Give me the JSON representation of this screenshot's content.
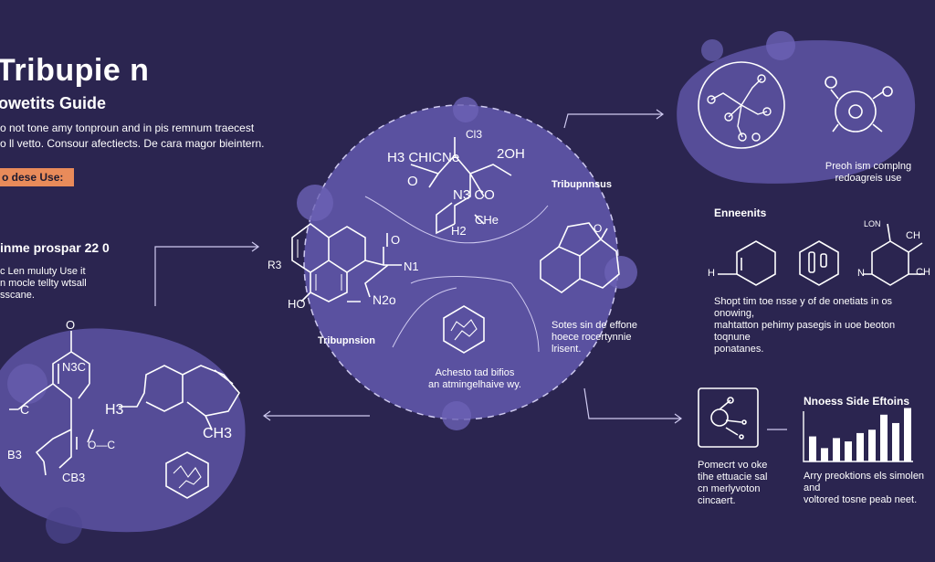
{
  "header": {
    "title": "Tribupie n",
    "subtitle": "owetits Guide",
    "intro_line1": "o not tone amy tonproun and in pis remnum traecest",
    "intro_line2": "o ll vetto. Consour afectiects. De cara magor bieintern.",
    "cta_label": "o dese Use:"
  },
  "left_section": {
    "heading": "inme prospar 22 0",
    "line1": "c Len muluty Use it",
    "line2": "n mocle tellty wtsall",
    "line3": "sscane."
  },
  "center": {
    "label_top_right": "Tribupnnsus",
    "label_mid_left": "Tribupnsion",
    "bottom_line1": "Achesto tad bifios",
    "bottom_line2": "an atmingelhaive wy.",
    "right_line1": "Sotes sin de effone",
    "right_line2": "hoece rocertynnie",
    "right_line3": "lrisent."
  },
  "top_right": {
    "caption_line1": "Preoh ism complng",
    "caption_line2": "redoagreis use"
  },
  "enneents": {
    "heading": "Enneenits",
    "line1": "Shopt tim toe nsse y of de onetiats in os onowing,",
    "line2": "mahtatton pehimy pasegis in uoe beoton toqnune",
    "line3": "ponatanes."
  },
  "side_effects": {
    "heading": "Nnoess Side Eftoins",
    "left_line1": "Pomecrt vo oke",
    "left_line2": "tihe ettuacie sal",
    "left_line3": "cn merlyvoton",
    "left_line4": "cincaert.",
    "right_line1": "Arry preoktions els simolen and",
    "right_line2": "voltored tosne peab neet."
  },
  "chemistry_labels": {
    "c_top": "Cl3",
    "chicne": "H3 CHICNe",
    "o_left": "O",
    "h2_oh": "2OH",
    "n3co": "N3 CO",
    "h2": "H2",
    "ch": "CHe",
    "r3": "R3",
    "o_ring": "O",
    "n1": "N1",
    "ho": "HO",
    "n2o": "N2o",
    "o_hex": "O",
    "lon": "LON",
    "ch_r": "CH",
    "cl_r": "CH",
    "h_r": "H",
    "n_r": "N",
    "o_ll": "O",
    "n3c_ll": "N3C",
    "c_ll": "C",
    "b3": "B3",
    "cb3": "CB3",
    "o_c": "O—C",
    "h3": "H3",
    "ch3": "CH3"
  },
  "chart_data": {
    "type": "bar",
    "values": [
      30,
      16,
      28,
      24,
      34,
      38,
      56,
      46,
      64
    ],
    "ylim": [
      0,
      70
    ]
  },
  "colors": {
    "background": "#2b2550",
    "blob": "#5b52a0",
    "accent": "#e98b5a",
    "line": "#ffffff"
  }
}
